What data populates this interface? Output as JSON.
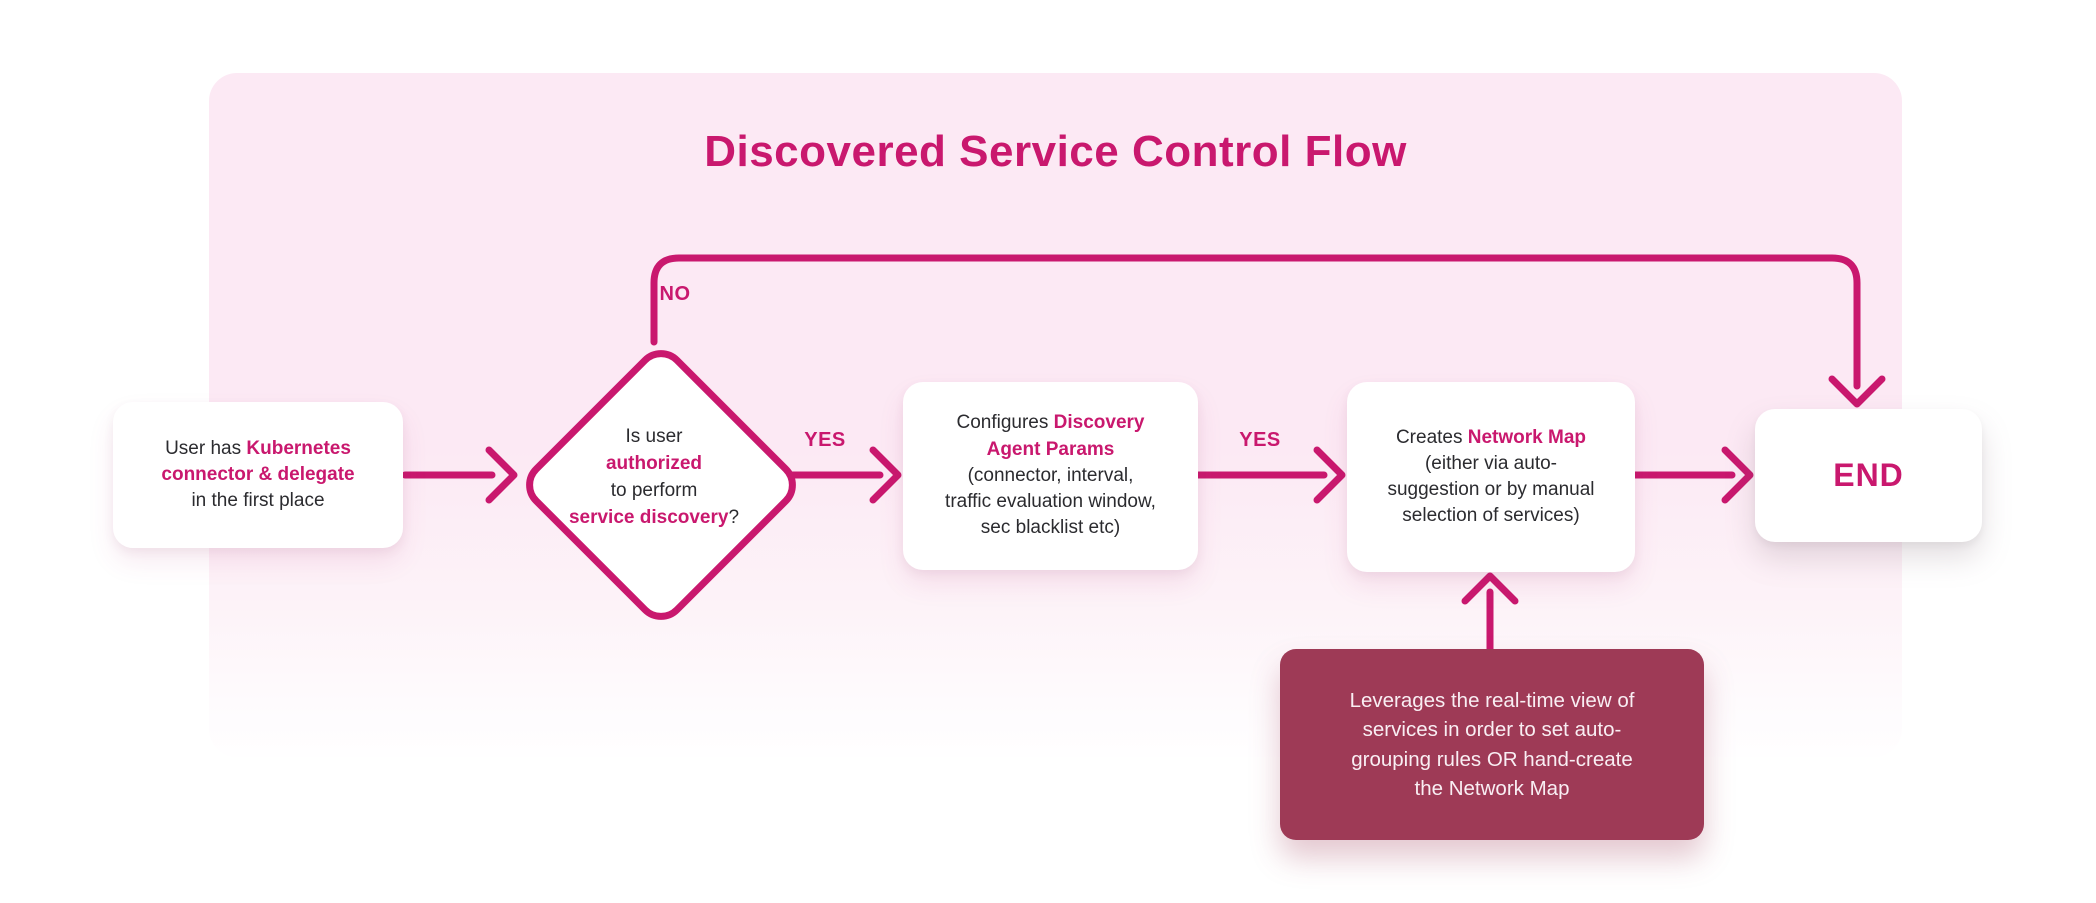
{
  "title": "Discovered Service Control Flow",
  "colors": {
    "accent": "#C9186E",
    "note_bg": "#9E3A56",
    "panel_pink": "#FCE9F4",
    "text_dark": "#2B2B2F",
    "note_text": "#F9EEF3",
    "box_bg": "#FFFFFF"
  },
  "nodes": {
    "start": {
      "lines": [
        [
          {
            "t": "User has ",
            "a": 0
          },
          {
            "t": "Kubernetes",
            "a": 1
          }
        ],
        [
          {
            "t": "connector & delegate",
            "a": 1
          }
        ],
        [
          {
            "t": "in the first place",
            "a": 0
          }
        ]
      ]
    },
    "decision": {
      "lines": [
        [
          {
            "t": "Is user",
            "a": 0
          }
        ],
        [
          {
            "t": "authorized",
            "a": 1
          }
        ],
        [
          {
            "t": "to perform",
            "a": 0
          }
        ],
        [
          {
            "t": "service discovery",
            "a": 1
          },
          {
            "t": "?",
            "a": 0
          }
        ]
      ]
    },
    "configure": {
      "lines": [
        [
          {
            "t": "Configures ",
            "a": 0
          },
          {
            "t": "Discovery",
            "a": 1
          }
        ],
        [
          {
            "t": "Agent Params",
            "a": 1
          }
        ],
        [
          {
            "t": "(connector, interval,",
            "a": 0
          }
        ],
        [
          {
            "t": "traffic evaluation window,",
            "a": 0
          }
        ],
        [
          {
            "t": "sec blacklist etc)",
            "a": 0
          }
        ]
      ]
    },
    "create": {
      "lines": [
        [
          {
            "t": "Creates ",
            "a": 0
          },
          {
            "t": "Network Map",
            "a": 1
          }
        ],
        [
          {
            "t": "(either via auto-",
            "a": 0
          }
        ],
        [
          {
            "t": "suggestion or by manual",
            "a": 0
          }
        ],
        [
          {
            "t": "selection of services)",
            "a": 0
          }
        ]
      ]
    },
    "end": {
      "label": "END"
    },
    "note": {
      "lines": [
        [
          {
            "t": "Leverages the real-time view of",
            "a": 0
          }
        ],
        [
          {
            "t": "services in order to set auto-",
            "a": 0
          }
        ],
        [
          {
            "t": "grouping rules OR hand-create",
            "a": 0
          }
        ],
        [
          {
            "t": "the Network Map",
            "a": 0
          }
        ]
      ]
    }
  },
  "labels": {
    "no": "NO",
    "yes1": "YES",
    "yes2": "YES"
  }
}
